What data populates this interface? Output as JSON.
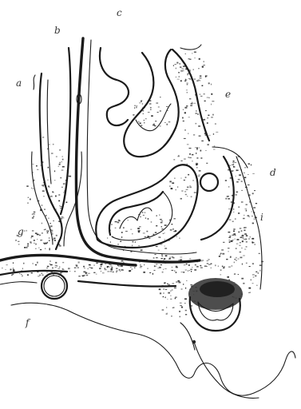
{
  "figure": {
    "labels": {
      "a": "a",
      "b": "b",
      "c": "c",
      "d": "d",
      "e": "e",
      "f": "f",
      "g": "g",
      "i": "i"
    }
  }
}
